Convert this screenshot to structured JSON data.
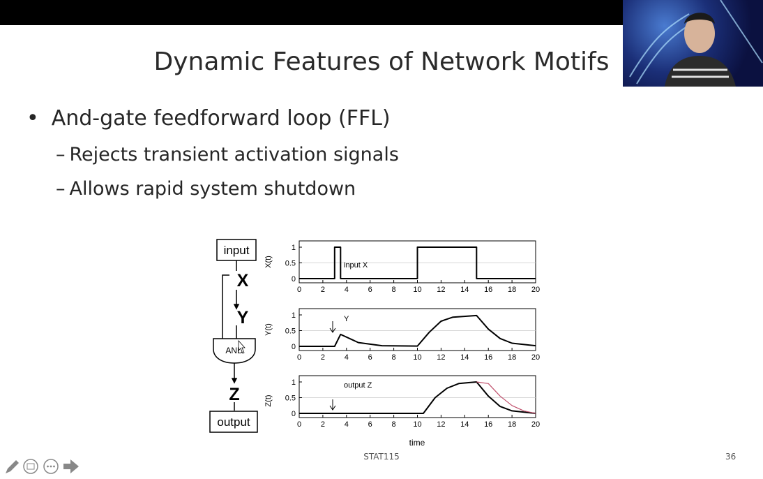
{
  "slide": {
    "title": "Dynamic Features of Network Motifs",
    "bullets": [
      {
        "text": "And-gate feedforward loop (FFL)"
      },
      {
        "text": "Rejects transient activation signals"
      },
      {
        "text": "Allows rapid system shutdown"
      }
    ],
    "bullet_char": "•",
    "dash_char": "–"
  },
  "diagram": {
    "input_label": "input",
    "x_label": "X",
    "y_label": "Y",
    "and_label": "AND",
    "z_label": "Z",
    "output_label": "output"
  },
  "plots": {
    "panel1": {
      "ylabel": "X(t)",
      "legend": "input X"
    },
    "panel2": {
      "ylabel": "Y(t)",
      "legend": "Y"
    },
    "panel3": {
      "ylabel": "Z(t)",
      "legend": "output Z"
    },
    "xlabel": "time",
    "x_ticks": [
      "0",
      "2",
      "4",
      "6",
      "8",
      "10",
      "12",
      "14",
      "16",
      "18",
      "20"
    ],
    "y_ticks": [
      "0",
      "0.5",
      "1"
    ]
  },
  "chart_data": {
    "type": "line",
    "x_range": [
      0,
      20
    ],
    "y_range": [
      0,
      1
    ],
    "panels": [
      {
        "name": "input X",
        "series": [
          {
            "name": "input X",
            "points": [
              [
                0,
                0
              ],
              [
                3,
                0
              ],
              [
                3,
                1
              ],
              [
                3.5,
                1
              ],
              [
                3.5,
                0
              ],
              [
                10,
                0
              ],
              [
                10,
                1
              ],
              [
                15,
                1
              ],
              [
                15,
                0
              ],
              [
                20,
                0
              ]
            ]
          }
        ]
      },
      {
        "name": "Y",
        "series": [
          {
            "name": "Y",
            "points": [
              [
                0,
                0
              ],
              [
                3,
                0
              ],
              [
                3.5,
                0.38
              ],
              [
                5,
                0.12
              ],
              [
                7,
                0.02
              ],
              [
                10,
                0.01
              ],
              [
                11,
                0.45
              ],
              [
                12,
                0.8
              ],
              [
                13,
                0.93
              ],
              [
                15,
                0.98
              ],
              [
                16,
                0.55
              ],
              [
                17,
                0.25
              ],
              [
                18,
                0.1
              ],
              [
                20,
                0.02
              ]
            ]
          }
        ]
      },
      {
        "name": "output Z",
        "series": [
          {
            "name": "output Z",
            "points": [
              [
                0,
                0
              ],
              [
                10.5,
                0
              ],
              [
                11.5,
                0.5
              ],
              [
                12.5,
                0.8
              ],
              [
                13.5,
                0.95
              ],
              [
                15,
                1
              ],
              [
                16,
                0.55
              ],
              [
                17,
                0.22
              ],
              [
                18,
                0.08
              ],
              [
                20,
                0
              ]
            ]
          },
          {
            "points": [
              [
                15,
                1
              ],
              [
                16,
                0.95
              ],
              [
                17,
                0.55
              ],
              [
                18,
                0.25
              ],
              [
                19,
                0.08
              ],
              [
                20,
                0
              ]
            ],
            "color": "#c0506c"
          }
        ]
      }
    ],
    "xlabel": "time"
  },
  "footer": {
    "center": "STAT115",
    "page": "36"
  },
  "colors": {
    "accent": "#c0506c"
  },
  "controls": [
    "pen-icon",
    "subtitle-icon",
    "more-icon",
    "next-arrow-icon"
  ]
}
